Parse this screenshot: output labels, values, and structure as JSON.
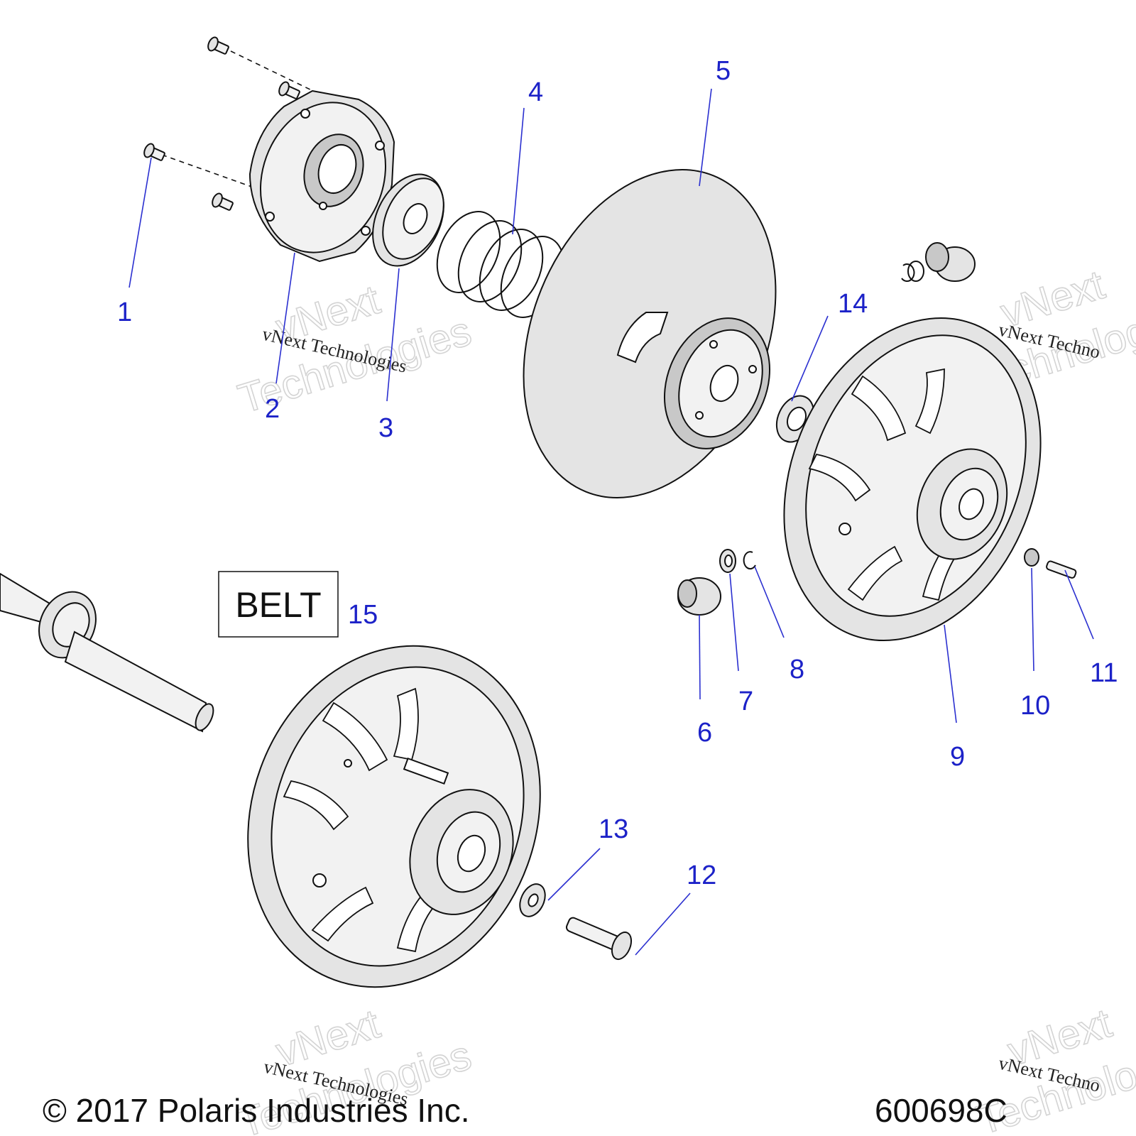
{
  "diagram": {
    "callouts": [
      {
        "id": "1",
        "label": "1"
      },
      {
        "id": "2",
        "label": "2"
      },
      {
        "id": "3",
        "label": "3"
      },
      {
        "id": "4",
        "label": "4"
      },
      {
        "id": "5",
        "label": "5"
      },
      {
        "id": "6",
        "label": "6"
      },
      {
        "id": "7",
        "label": "7"
      },
      {
        "id": "8",
        "label": "8"
      },
      {
        "id": "9",
        "label": "9"
      },
      {
        "id": "10",
        "label": "10"
      },
      {
        "id": "11",
        "label": "11"
      },
      {
        "id": "12",
        "label": "12"
      },
      {
        "id": "13",
        "label": "13"
      },
      {
        "id": "14",
        "label": "14"
      },
      {
        "id": "15",
        "label": "15"
      }
    ],
    "belt_label": "BELT",
    "copyright": "© 2017 Polaris Industries Inc.",
    "drawing_number": "600698C",
    "watermark": {
      "line1": "vNext",
      "line2": "Technologies",
      "caption": "vNext Technologies",
      "caption_cut": "vNext Techno"
    },
    "colors": {
      "callout": "#1c22c8",
      "line": "#111111",
      "part_fill": "#e4e4e4"
    }
  }
}
